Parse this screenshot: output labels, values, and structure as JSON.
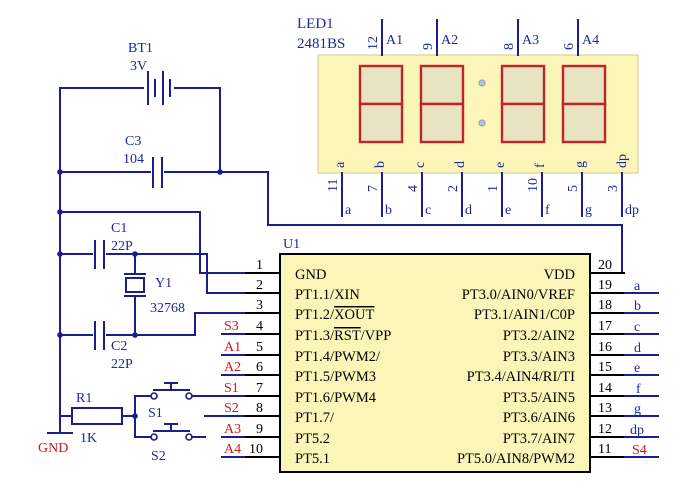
{
  "battery": {
    "ref": "BT1",
    "value": "3V"
  },
  "c3": {
    "ref": "C3",
    "value": "104"
  },
  "c1": {
    "ref": "C1",
    "value": "22P"
  },
  "c2": {
    "ref": "C2",
    "value": "22P"
  },
  "crystal": {
    "ref": "Y1",
    "value": "32768"
  },
  "resistor": {
    "ref": "R1",
    "value": "1K"
  },
  "switches": [
    "S1",
    "S2"
  ],
  "gnd_label": "GND",
  "left_nets": [
    "S3",
    "A1",
    "A2",
    "S1",
    "S2",
    "A3",
    "A4"
  ],
  "right_nets": [
    "a",
    "b",
    "c",
    "d",
    "e",
    "f",
    "g",
    "dp",
    "S4"
  ],
  "mcu": {
    "ref": "U1",
    "left_pins": [
      {
        "num": "1",
        "name": "GND"
      },
      {
        "num": "2",
        "name": "PT1.1/XIN"
      },
      {
        "num": "3",
        "name_a": "PT1.2/",
        "name_b": "XOUT"
      },
      {
        "num": "4",
        "name_a": "PT1.3/",
        "name_b": "RST",
        "name_c": "/VPP"
      },
      {
        "num": "5",
        "name": "PT1.4/PWM2/"
      },
      {
        "num": "6",
        "name": "PT1.5/PWM3"
      },
      {
        "num": "7",
        "name": "PT1.6/PWM4"
      },
      {
        "num": "8",
        "name": "PT1.7/"
      },
      {
        "num": "9",
        "name": "PT5.2"
      },
      {
        "num": "10",
        "name": "PT5.1"
      }
    ],
    "right_pins": [
      {
        "num": "20",
        "name": "VDD"
      },
      {
        "num": "19",
        "name": "PT3.0/AIN0/VREF"
      },
      {
        "num": "18",
        "name": "PT3.1/AIN1/C0P"
      },
      {
        "num": "17",
        "name": "PT3.2/AIN2"
      },
      {
        "num": "16",
        "name": "PT3.3/AIN3"
      },
      {
        "num": "15",
        "name": "PT3.4/AIN4/RI/TI"
      },
      {
        "num": "14",
        "name": "PT3.5/AIN5"
      },
      {
        "num": "13",
        "name": "PT3.6/AIN6"
      },
      {
        "num": "12",
        "name": "PT3.7/AIN7"
      },
      {
        "num": "11",
        "name": "PT5.0/AIN8/PWM2"
      }
    ]
  },
  "led": {
    "ref": "LED1",
    "part": "2481BS",
    "top_pins": [
      {
        "num": "12",
        "label": "A1"
      },
      {
        "num": "9",
        "label": "A2"
      },
      {
        "num": "8",
        "label": "A3"
      },
      {
        "num": "6",
        "label": "A4"
      }
    ],
    "bottom_pins": [
      {
        "num": "11",
        "seg": "a",
        "net": "a"
      },
      {
        "num": "7",
        "seg": "b",
        "net": "b"
      },
      {
        "num": "4",
        "seg": "c",
        "net": "c"
      },
      {
        "num": "2",
        "seg": "d",
        "net": "d"
      },
      {
        "num": "1",
        "seg": "e",
        "net": "e"
      },
      {
        "num": "10",
        "seg": "f",
        "net": "f"
      },
      {
        "num": "5",
        "seg": "g",
        "net": "g"
      },
      {
        "num": "3",
        "seg": "dp",
        "net": "dp"
      }
    ]
  }
}
